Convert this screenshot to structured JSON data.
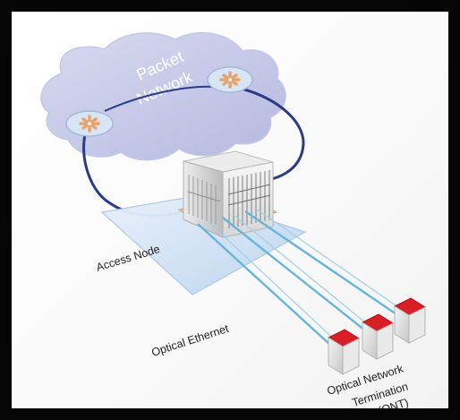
{
  "diagram": {
    "cloud_label_line1": "Packet",
    "cloud_label_line2": "Network",
    "access_node_label": "Access Node",
    "optical_ethernet_label": "Optical Ethernet",
    "ont_label_line1": "Optical Network",
    "ont_label_line2": "Termination",
    "ont_label_line3": "(ONT)"
  },
  "colors": {
    "cloud": "#c8cbe8",
    "ring": "#2b3b86",
    "fiber": "#66b5db",
    "platform": "#c9dcef",
    "router": "#d7e5f4",
    "router_arrow": "#e7a46f",
    "ont_roof": "#d61f26"
  }
}
